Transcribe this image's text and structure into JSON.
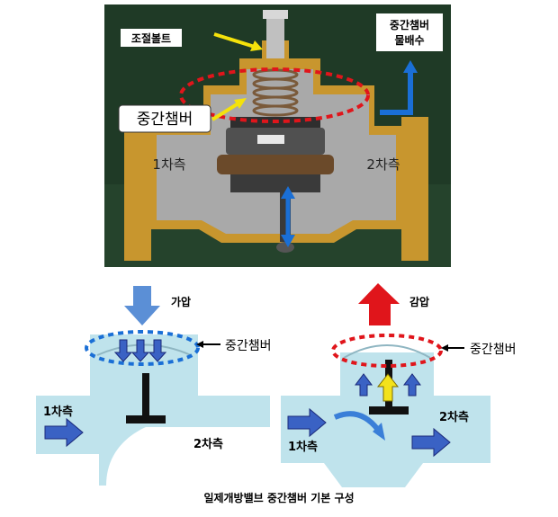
{
  "photo": {
    "labels": {
      "adjust_bolt": "조절볼트",
      "mid_chamber_drain_line1": "중간챔버",
      "mid_chamber_drain_line2": "물배수",
      "mid_chamber": "중간챔버",
      "primary_side": "1차측",
      "secondary_side": "2차측"
    }
  },
  "diagram_pressurize": {
    "arrow_label": "가압",
    "chamber_label": "중간챔버",
    "primary_side": "1차측",
    "secondary_side": "2차측"
  },
  "diagram_depressurize": {
    "arrow_label": "감압",
    "chamber_label": "중간챔버",
    "primary_side": "1차측",
    "secondary_side": "2차측"
  },
  "caption": "일제개방밸브 중간챔버 기본 구성",
  "colors": {
    "photo_bg": "#1f3a26",
    "casting_orange": "#c8962e",
    "diagram_body": "#bfe3ec",
    "dashed_blue": "#1a6fd6",
    "dashed_red": "#e0151b",
    "arrow_blue": "#3a62c4",
    "arrow_red": "#e0151b",
    "arrow_yellow": "#f3e21b"
  }
}
